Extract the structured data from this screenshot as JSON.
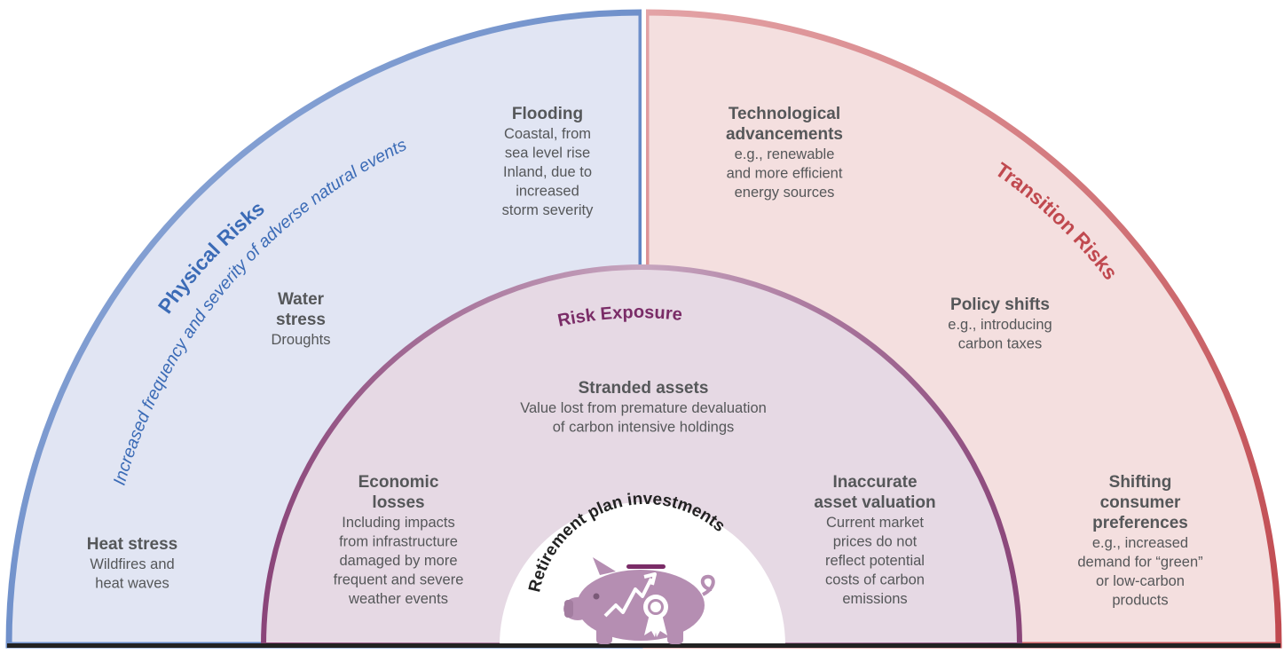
{
  "physical": {
    "title": "Physical Risks",
    "subtitle": "Increased frequency and severity of adverse natural events",
    "items": [
      {
        "title": [
          "Flooding"
        ],
        "body": [
          "Coastal, from",
          "sea level rise",
          "Inland, due to",
          "increased",
          "storm severity"
        ]
      },
      {
        "title": [
          "Water",
          "stress"
        ],
        "body": [
          "Droughts"
        ]
      },
      {
        "title": [
          "Heat stress"
        ],
        "body": [
          "Wildfires and",
          "heat waves"
        ]
      }
    ]
  },
  "transition": {
    "title": "Transition Risks",
    "items": [
      {
        "title": [
          "Technological",
          "advancements"
        ],
        "body": [
          "e.g., renewable",
          "and more efficient",
          "energy sources"
        ]
      },
      {
        "title": [
          "Policy shifts"
        ],
        "body": [
          "e.g., introducing",
          "carbon taxes"
        ]
      },
      {
        "title": [
          "Shifting",
          "consumer",
          "preferences"
        ],
        "body": [
          "e.g., increased",
          "demand for “green”",
          "or low-carbon",
          "products"
        ]
      }
    ]
  },
  "exposure": {
    "title": "Risk Exposure",
    "items": [
      {
        "title": [
          "Stranded assets"
        ],
        "body": [
          "Value lost from premature devaluation",
          "of carbon intensive holdings"
        ]
      },
      {
        "title": [
          "Economic",
          "losses"
        ],
        "body": [
          "Including impacts",
          "from infrastructure",
          "damaged by more",
          "frequent and severe",
          "weather events"
        ]
      },
      {
        "title": [
          "Inaccurate",
          "asset valuation"
        ],
        "body": [
          "Current market",
          "prices do not",
          "reflect potential",
          "costs of carbon",
          "emissions"
        ]
      }
    ]
  },
  "core": {
    "label": "Retirement plan investments",
    "icon": "piggy-bank-growth-icon"
  },
  "colors": {
    "physical_fill": "#e1e5f3",
    "physical_edge": "#3f6cb8",
    "transition_fill": "#f4dfdf",
    "transition_edge": "#c0494f",
    "exposure_fill": "#e6d9e4",
    "exposure_edge": "#7a2c67",
    "core_fill": "#ffffff",
    "piggy": "#b58eb2",
    "text": "#555759",
    "baseline": "#222222"
  }
}
